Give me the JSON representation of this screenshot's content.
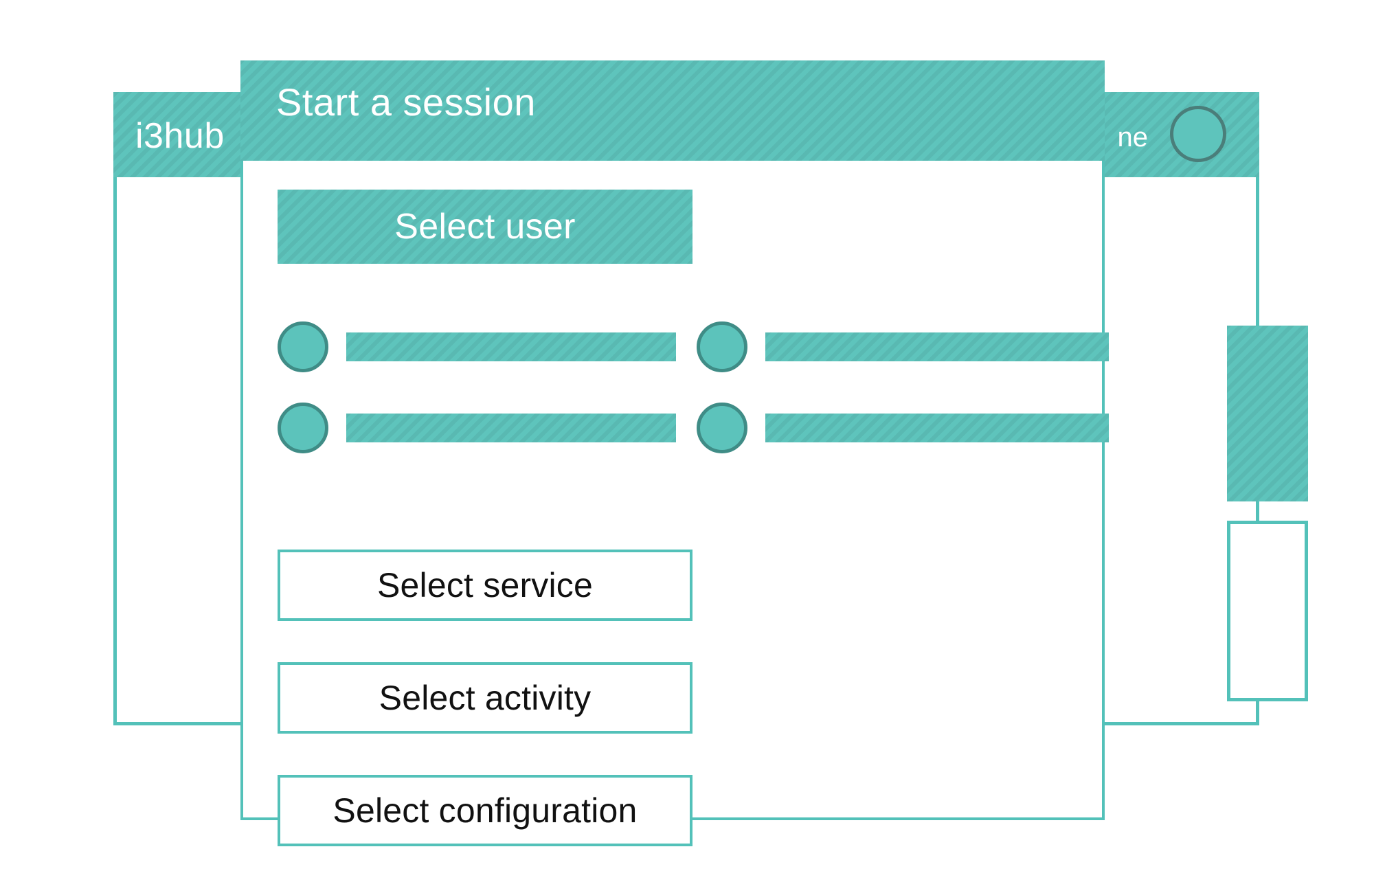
{
  "background_window": {
    "logo": "i3hub",
    "user_label_visible_fragment": "ne",
    "avatar_icon": "user-avatar-circle-icon",
    "colors": {
      "header_teal": "#5ec4bc",
      "border_teal": "#53c1b9",
      "avatar_stroke": "#4a7e7a"
    },
    "content_blocks": [
      {
        "name": "left-striped-block",
        "style": "striped"
      },
      {
        "name": "left-outline-block",
        "style": "outline"
      },
      {
        "name": "right-striped-block",
        "style": "striped"
      },
      {
        "name": "right-outline-block",
        "style": "outline"
      }
    ]
  },
  "modal": {
    "title": "Start a session",
    "primary_button": {
      "label": "Select user"
    },
    "user_rows": [
      {
        "avatar_icon": "user-avatar-circle-icon",
        "bar": "placeholder-bar"
      },
      {
        "avatar_icon": "user-avatar-circle-icon",
        "bar": "placeholder-bar"
      },
      {
        "avatar_icon": "user-avatar-circle-icon",
        "bar": "placeholder-bar"
      },
      {
        "avatar_icon": "user-avatar-circle-icon",
        "bar": "placeholder-bar"
      }
    ],
    "outline_buttons": [
      {
        "label": "Select service"
      },
      {
        "label": "Select activity"
      },
      {
        "label": "Select configuration"
      }
    ],
    "colors": {
      "header_teal": "#5ec4bc",
      "border_teal": "#53c1b9",
      "button_fill": "#5ec4bc",
      "button_text_white": "#ffffff",
      "outline_button_text": "#111111",
      "row_avatar_stroke": "#3f8c86"
    }
  }
}
